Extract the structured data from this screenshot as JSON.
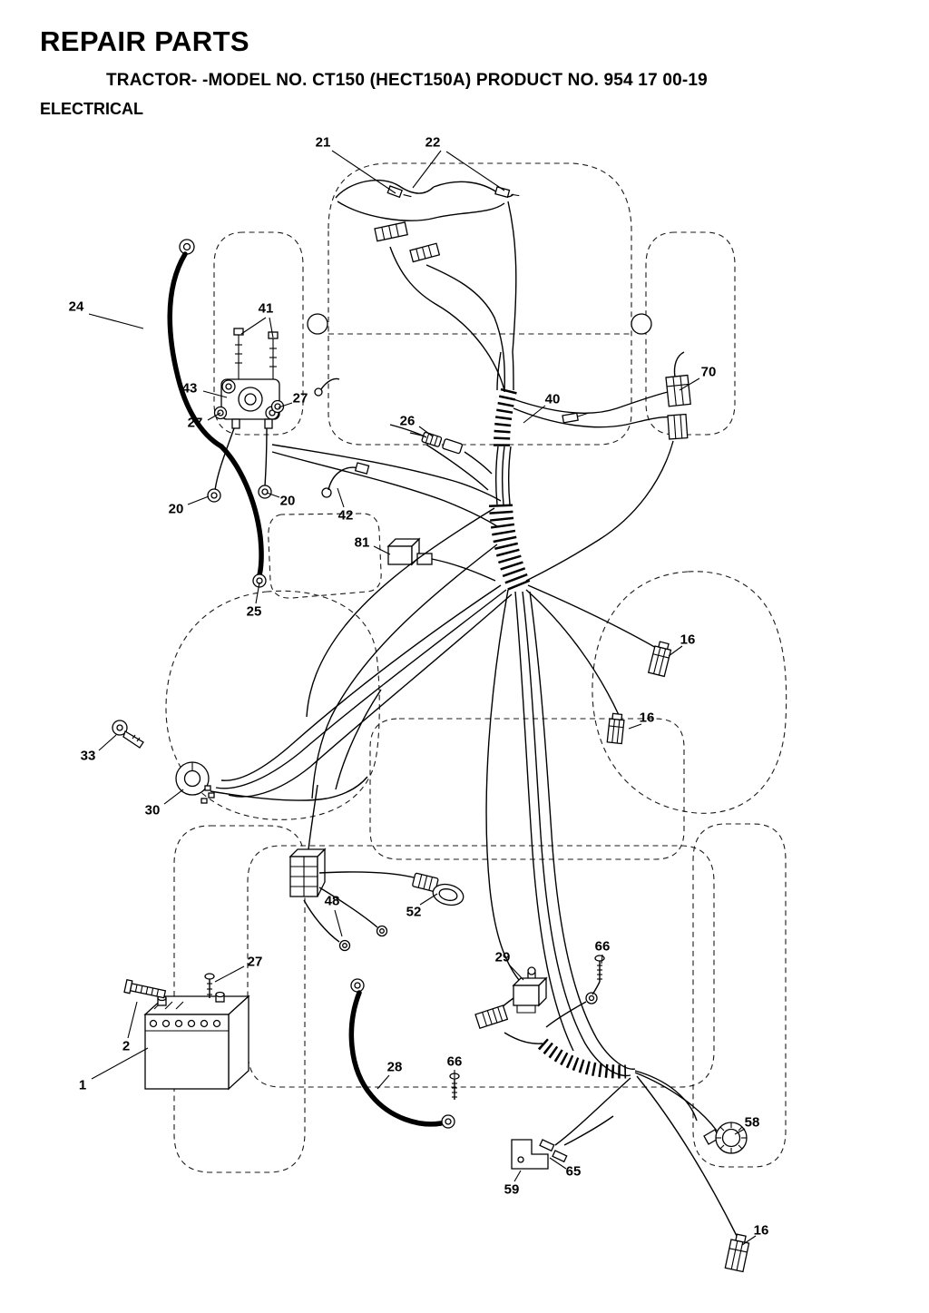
{
  "header": {
    "title": "REPAIR PARTS",
    "subtitle": "TRACTOR- -MODEL NO. CT150 (HECT150A) PRODUCT NO. 954 17 00-19",
    "section": "ELECTRICAL"
  },
  "diagram": {
    "callouts": [
      {
        "label": "21"
      },
      {
        "label": "22"
      },
      {
        "label": "24"
      },
      {
        "label": "41"
      },
      {
        "label": "43"
      },
      {
        "label": "27"
      },
      {
        "label": "27"
      },
      {
        "label": "26"
      },
      {
        "label": "40"
      },
      {
        "label": "70"
      },
      {
        "label": "20"
      },
      {
        "label": "20"
      },
      {
        "label": "42"
      },
      {
        "label": "81"
      },
      {
        "label": "25"
      },
      {
        "label": "16"
      },
      {
        "label": "16"
      },
      {
        "label": "33"
      },
      {
        "label": "30"
      },
      {
        "label": "48"
      },
      {
        "label": "52"
      },
      {
        "label": "27"
      },
      {
        "label": "29"
      },
      {
        "label": "66"
      },
      {
        "label": "2"
      },
      {
        "label": "1"
      },
      {
        "label": "28"
      },
      {
        "label": "66"
      },
      {
        "label": "58"
      },
      {
        "label": "65"
      },
      {
        "label": "59"
      },
      {
        "label": "16"
      }
    ]
  }
}
